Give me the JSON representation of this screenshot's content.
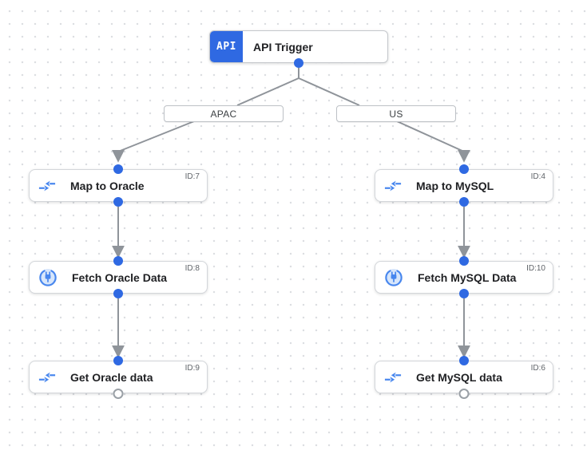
{
  "diagram": {
    "trigger": {
      "icon_label": "API",
      "title": "API Trigger"
    },
    "branches": [
      {
        "label": "APAC"
      },
      {
        "label": "US"
      }
    ],
    "nodes": [
      {
        "title": "Map to Oracle",
        "id": "ID:7",
        "icon": "data-mapping-icon"
      },
      {
        "title": "Fetch Oracle Data",
        "id": "ID:8",
        "icon": "connector-icon"
      },
      {
        "title": "Get Oracle data",
        "id": "ID:9",
        "icon": "data-mapping-icon"
      },
      {
        "title": "Map to MySQL",
        "id": "ID:4",
        "icon": "data-mapping-icon"
      },
      {
        "title": "Fetch MySQL Data",
        "id": "ID:10",
        "icon": "connector-icon"
      },
      {
        "title": "Get MySQL data",
        "id": "ID:6",
        "icon": "data-mapping-icon"
      }
    ],
    "colors": {
      "accent_blue": "#2f69e2",
      "icon_blue": "#4786ee",
      "edge_gray": "#8f949a"
    }
  }
}
